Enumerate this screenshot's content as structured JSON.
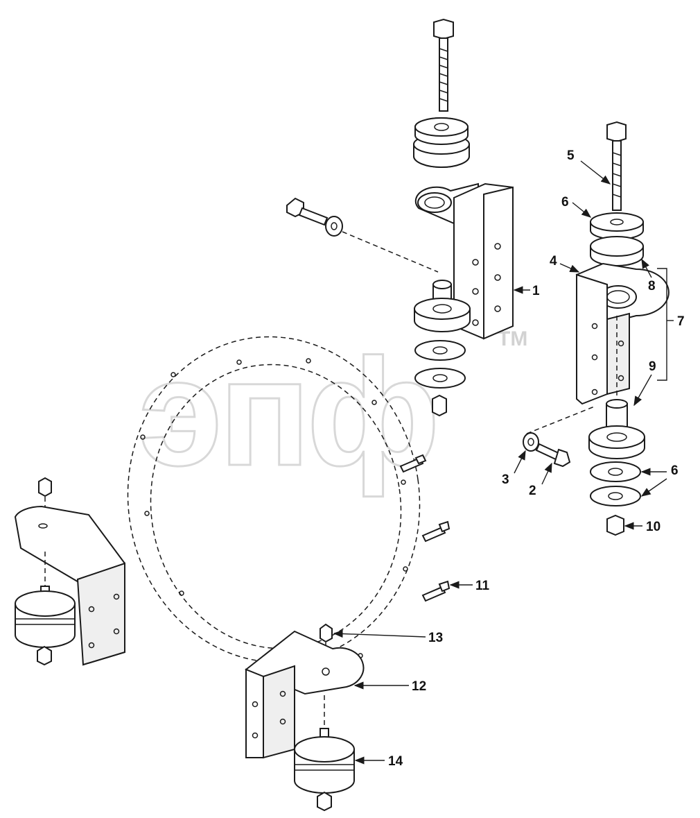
{
  "watermark": {
    "text": "эпф",
    "tm": "TM"
  },
  "callouts": [
    "1",
    "2",
    "3",
    "4",
    "5",
    "6",
    "6",
    "7",
    "8",
    "9",
    "10",
    "11",
    "12",
    "13",
    "14"
  ],
  "colors": {
    "line": "#1a1a1a",
    "watermark": "#d8d8d8"
  }
}
